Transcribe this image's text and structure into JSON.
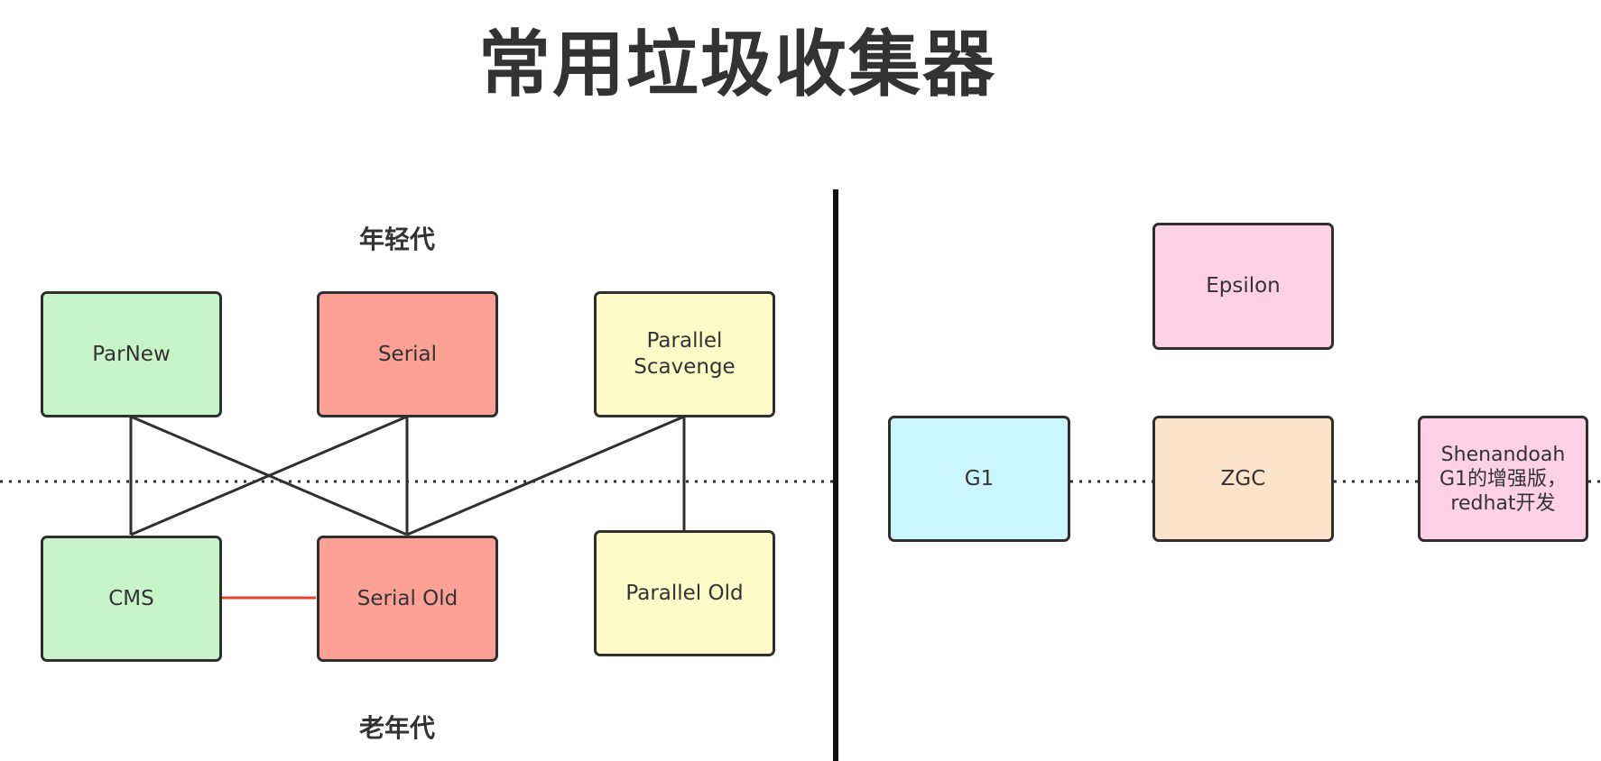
{
  "title": "常用垃圾收集器",
  "labels": {
    "young_generation": "年轻代",
    "old_generation": "老年代"
  },
  "collectors": {
    "parnew": {
      "label": "ParNew",
      "color": "#c7f5c9"
    },
    "serial": {
      "label": "Serial",
      "color": "#fda095"
    },
    "parallel_scavenge": {
      "label": "Parallel\nScavenge",
      "color": "#fffbc9"
    },
    "cms": {
      "label": "CMS",
      "color": "#c7f5c9"
    },
    "serial_old": {
      "label": "Serial Old",
      "color": "#fda095"
    },
    "parallel_old": {
      "label": "Parallel Old",
      "color": "#fffbc9"
    },
    "epsilon": {
      "label": "Epsilon",
      "color": "#fed1e5"
    },
    "g1": {
      "label": "G1",
      "color": "#c9f7fd"
    },
    "zgc": {
      "label": "ZGC",
      "color": "#fde3c9"
    },
    "shenandoah": {
      "label": "Shenandoah\nG1的增强版，\nredhat开发",
      "color": "#fed1e5"
    }
  },
  "connections": [
    {
      "from": "ParNew",
      "to": "CMS"
    },
    {
      "from": "ParNew",
      "to": "Serial Old"
    },
    {
      "from": "Serial",
      "to": "CMS"
    },
    {
      "from": "Serial",
      "to": "Serial Old"
    },
    {
      "from": "Parallel Scavenge",
      "to": "Serial Old"
    },
    {
      "from": "Parallel Scavenge",
      "to": "Parallel Old"
    },
    {
      "from": "CMS",
      "to": "Serial Old",
      "color": "#e8412f"
    }
  ]
}
